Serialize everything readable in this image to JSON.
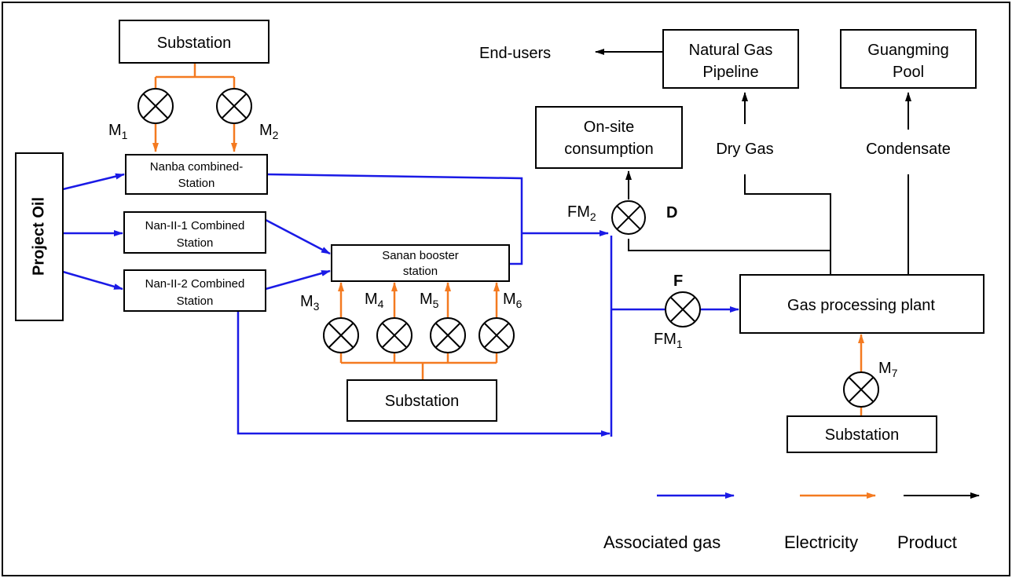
{
  "colors": {
    "gas": "#1a1ae6",
    "electricity": "#f47a20",
    "product": "#000000"
  },
  "boxes": {
    "project_oil": "Project Oil",
    "substation_top": "Substation",
    "nanba_line1": "Nanba combined-",
    "nanba_line2": "Station",
    "nan_ii_1_line1": "Nan-II-1 Combined",
    "nan_ii_1_line2": "Station",
    "nan_ii_2_line1": "Nan-II-2 Combined",
    "nan_ii_2_line2": "Station",
    "sanan_line1": "Sanan booster",
    "sanan_line2": "station",
    "substation_bottom": "Substation",
    "onsite_line1": "On-site",
    "onsite_line2": "consumption",
    "pipeline_line1": "Natural Gas",
    "pipeline_line2": "Pipeline",
    "guangming_line1": "Guangming",
    "guangming_line2": "Pool",
    "gas_plant": "Gas processing plant",
    "substation_right": "Substation"
  },
  "labels": {
    "end_users": "End-users",
    "dry_gas": "Dry Gas",
    "condensate": "Condensate",
    "point_d": "D",
    "point_f": "F"
  },
  "meters": {
    "m1": {
      "base": "M",
      "sub": "1"
    },
    "m2": {
      "base": "M",
      "sub": "2"
    },
    "m3": {
      "base": "M",
      "sub": "3"
    },
    "m4": {
      "base": "M",
      "sub": "4"
    },
    "m5": {
      "base": "M",
      "sub": "5"
    },
    "m6": {
      "base": "M",
      "sub": "6"
    },
    "m7": {
      "base": "M",
      "sub": "7"
    },
    "fm1": {
      "base": "FM",
      "sub": "1"
    },
    "fm2": {
      "base": "FM",
      "sub": "2"
    }
  },
  "legend": {
    "associated_gas": "Associated gas",
    "electricity": "Electricity",
    "product": "Product"
  }
}
